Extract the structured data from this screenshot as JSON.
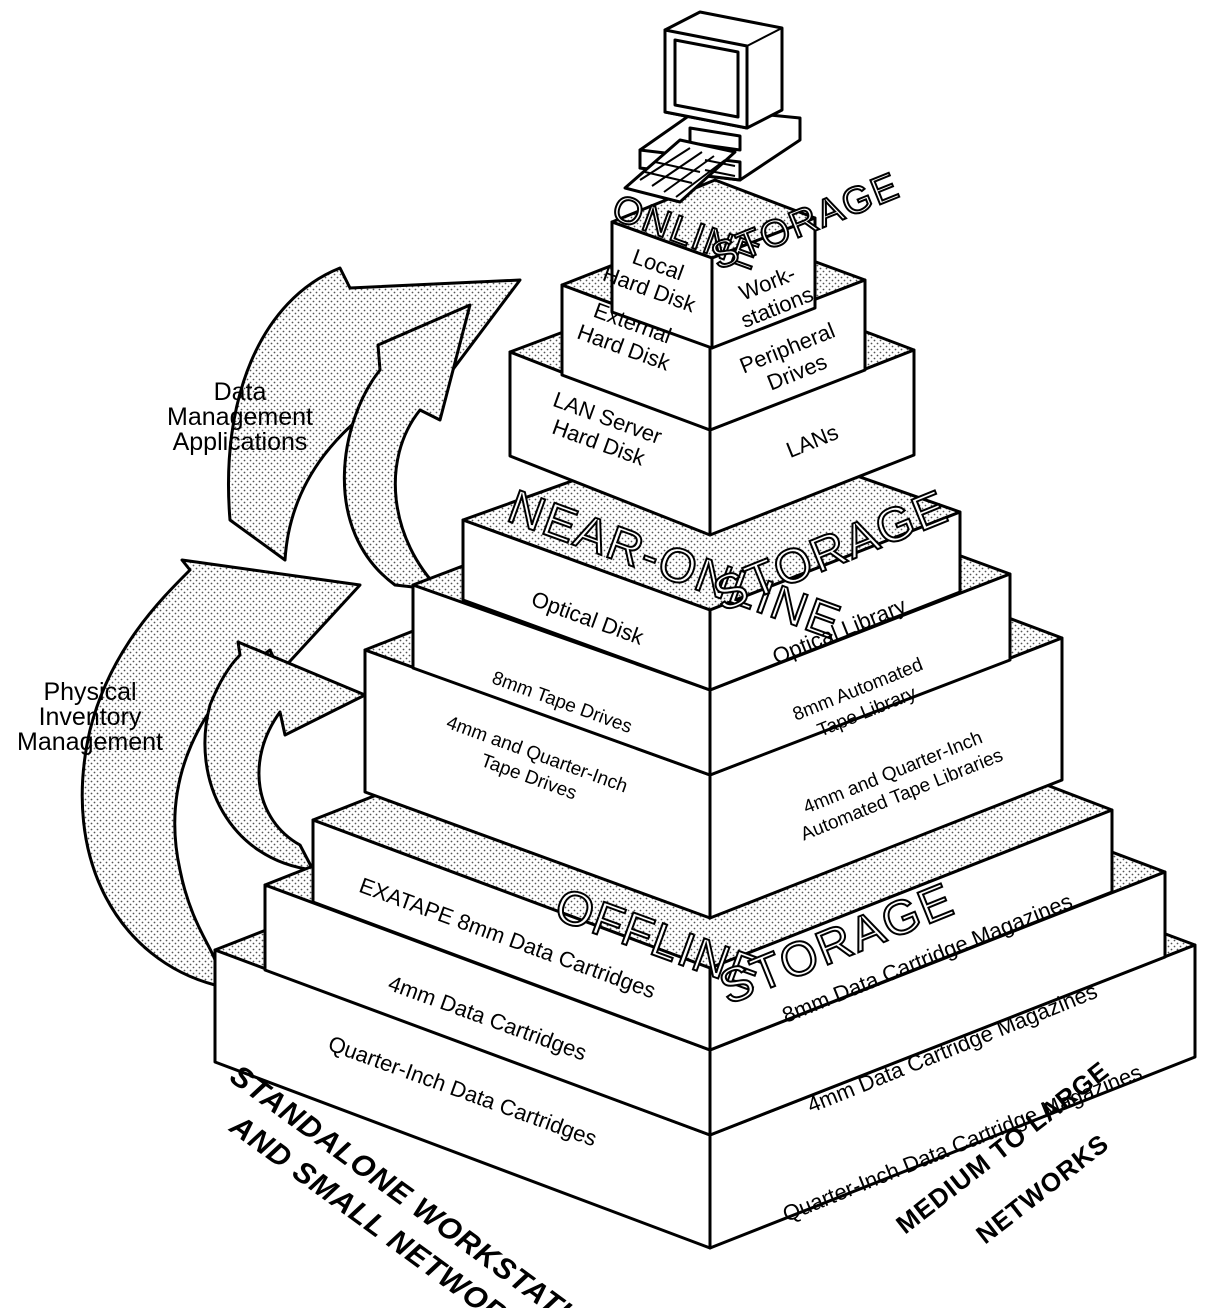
{
  "online": {
    "title_1": "ONLINE",
    "title_2": "STORAGE",
    "local_hard_disk": [
      "Local",
      "Hard Disk"
    ],
    "workstations": [
      "Work-",
      "stations"
    ],
    "external_hard_disk": [
      "External",
      "Hard Disk"
    ],
    "peripheral_drives": [
      "Peripheral",
      "Drives"
    ],
    "lan_server_hard_disk": [
      "LAN Server",
      "Hard Disk"
    ],
    "lans": "LANs"
  },
  "near_online": {
    "title_1": "NEAR-ONLINE",
    "title_2": "STORAGE",
    "optical_disk": "Optical Disk",
    "optical_library": "Optical Library",
    "tape_drives_8mm": "8mm Tape Drives",
    "automated_library_8mm": [
      "8mm Automated",
      "Tape Library"
    ],
    "tape_drives_4mm_qi": [
      "4mm and Quarter-Inch",
      "Tape Drives"
    ],
    "automated_libraries_4mm_qi": [
      "4mm and Quarter-Inch",
      "Automated Tape Libraries"
    ]
  },
  "offline": {
    "title_1": "OFFLINE",
    "title_2": "STORAGE",
    "exatape": "EXATAPE 8mm Data Cartridges",
    "magazines_8mm": "8mm Data Cartridge Magazines",
    "cartridges_4mm": "4mm Data Cartridges",
    "magazines_4mm": "4mm Data Cartridge Magazines",
    "cartridges_qi": "Quarter-Inch Data Cartridges",
    "magazines_qi": "Quarter-Inch Data Cartridge Magazines"
  },
  "side_labels": {
    "data_management": [
      "Data",
      "Management",
      "Applications"
    ],
    "physical_inventory": [
      "Physical",
      "Inventory",
      "Management"
    ]
  },
  "bottom_labels": {
    "left": [
      "STANDALONE WORKSTATIONS",
      "AND SMALL NETWORKS"
    ],
    "right": [
      "MEDIUM TO LARGE",
      "NETWORKS"
    ]
  },
  "icons": {
    "computer": "desktop-computer-icon"
  },
  "colors": {
    "line": "#000000",
    "fill": "#ffffff",
    "stipple": "#555555"
  }
}
